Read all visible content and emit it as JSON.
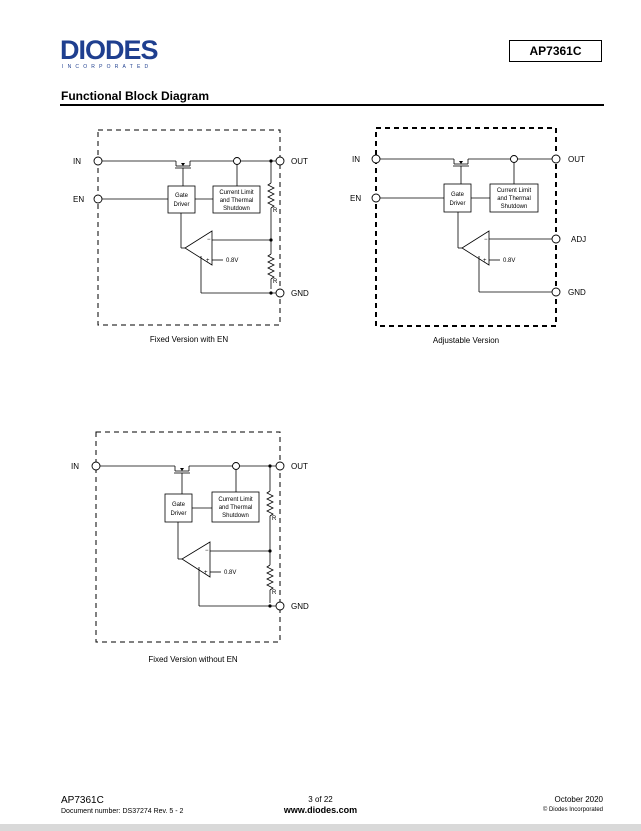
{
  "header": {
    "logo_text": "DIODES",
    "logo_subtext": "INCORPORATED",
    "part_number": "AP7361C"
  },
  "section_title": "Functional Block Diagram",
  "diagrams": [
    {
      "caption": "Fixed Version with EN",
      "pins": {
        "in": "IN",
        "en": "EN",
        "out": "OUT",
        "gnd": "GND"
      },
      "gate_driver": [
        "Gate",
        "Driver"
      ],
      "protection": [
        "Current Limit",
        "and Thermal",
        "Shutdown"
      ],
      "reference": "0.8V",
      "resistor_label": "R"
    },
    {
      "caption": "Adjustable Version",
      "pins": {
        "in": "IN",
        "en": "EN",
        "out": "OUT",
        "adj": "ADJ",
        "gnd": "GND"
      },
      "gate_driver": [
        "Gate",
        "Driver"
      ],
      "protection": [
        "Current Limit",
        "and Thermal",
        "Shutdown"
      ],
      "reference": "0.8V"
    },
    {
      "caption": "Fixed Version without EN",
      "pins": {
        "in": "IN",
        "out": "OUT",
        "gnd": "GND"
      },
      "gate_driver": [
        "Gate",
        "Driver"
      ],
      "protection": [
        "Current Limit",
        "and Thermal",
        "Shutdown"
      ],
      "reference": "0.8V",
      "resistor_label": "R"
    }
  ],
  "footer": {
    "part_number": "AP7361C",
    "document_number": "Document number: DS37274  Rev. 5 - 2",
    "page": "3 of 22",
    "website": "www.diodes.com",
    "date": "October 2020",
    "copyright": "© Diodes Incorporated"
  }
}
